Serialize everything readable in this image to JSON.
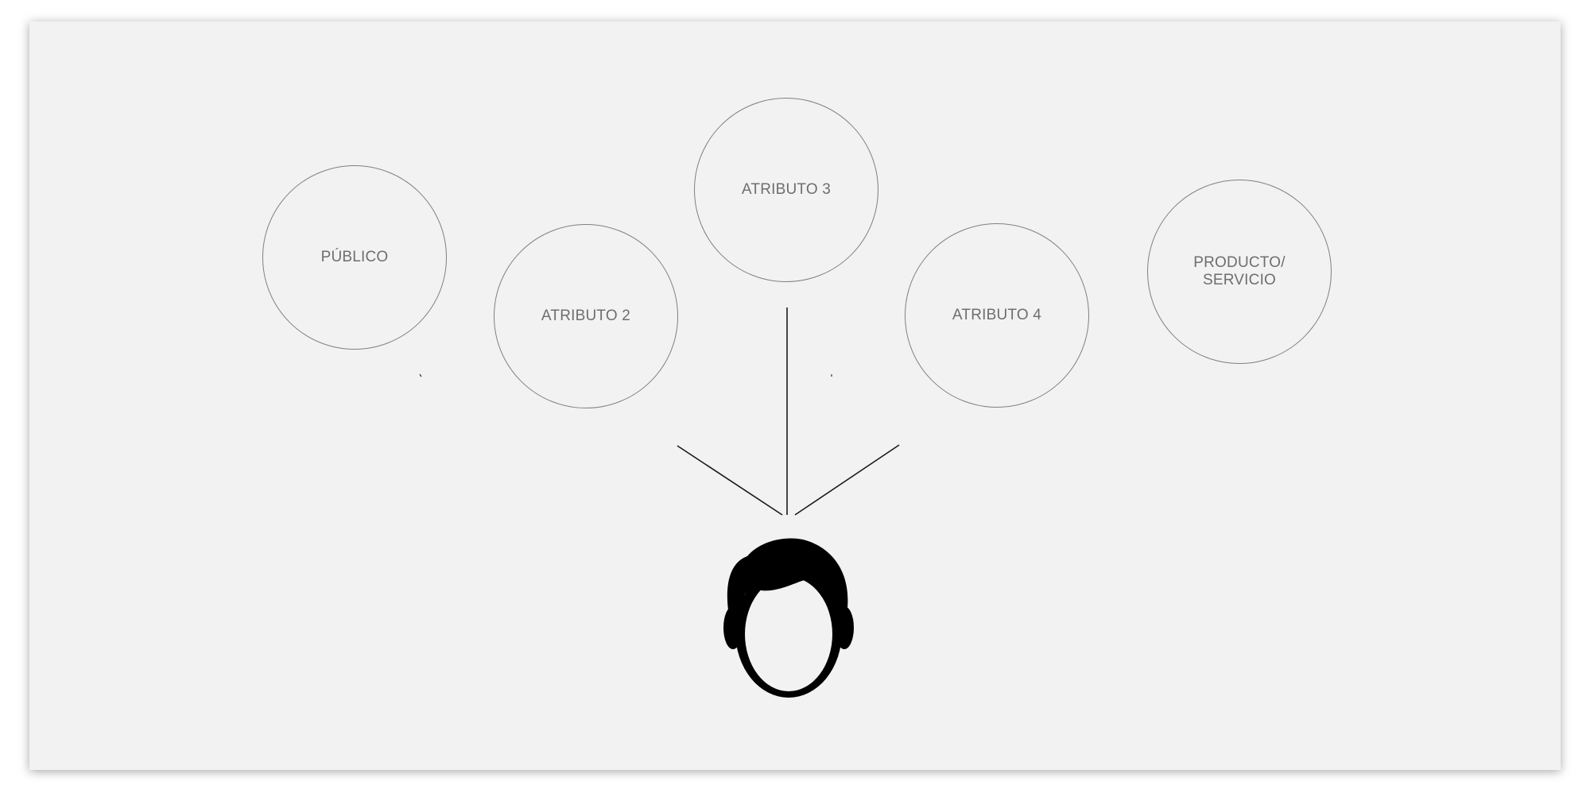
{
  "diagram": {
    "nodes": [
      {
        "id": "publico",
        "label": "PÚBLICO"
      },
      {
        "id": "atributo-2",
        "label": "ATRIBUTO 2"
      },
      {
        "id": "atributo-3",
        "label": "ATRIBUTO 3"
      },
      {
        "id": "atributo-4",
        "label": "ATRIBUTO 4"
      },
      {
        "id": "producto-servicio",
        "label": "PRODUCTO/\nSERVICIO"
      }
    ],
    "connectors": [
      "person-to-atributo-2",
      "person-to-atributo-3",
      "person-to-atributo-4"
    ],
    "icon": "person-head-icon",
    "colors": {
      "background": "#f2f2f2",
      "circle_border": "#808080",
      "label_text": "#6e6e6e",
      "lines": "#1a1a1a",
      "icon": "#000000"
    }
  }
}
